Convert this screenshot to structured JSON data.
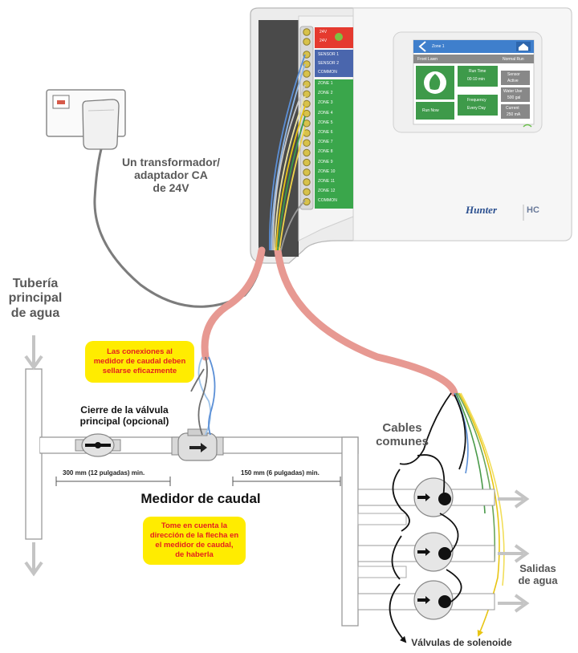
{
  "labels": {
    "transformer": [
      "Un transformador/",
      "adaptador CA",
      "de 24V"
    ],
    "main_pipe": [
      "Tubería",
      "principal",
      "de agua"
    ],
    "main_valve": [
      "Cierre de la válvula",
      "principal (opcional)"
    ],
    "flow_meter": "Medidor de caudal",
    "common_cables": [
      "Cables",
      "comunes"
    ],
    "water_outlets": [
      "Salidas",
      "de agua"
    ],
    "solenoid_valves": "Válvulas de solenoide"
  },
  "notes": {
    "seal": [
      "Las conexiones al",
      "medidor de caudal deben",
      "sellarse eficazmente"
    ],
    "arrow": [
      "Tome en cuenta la",
      "dirección de la flecha en",
      "el medidor de caudal,",
      "de haberla"
    ]
  },
  "measurements": {
    "upstream": "300 mm (12 pulgadas) min.",
    "downstream": "150 mm (6 pulgadas) min."
  },
  "controller": {
    "brand": "Hunter",
    "model": "HC",
    "terminals_top": [
      "24V",
      "24V"
    ],
    "terminals_sensor": [
      "SENSOR 1",
      "SENSOR 2",
      "COMMON"
    ],
    "zones": [
      "ZONE 1",
      "ZONE 2",
      "ZONE 3",
      "ZONE 4",
      "ZONE 5",
      "ZONE 6",
      "ZONE 7",
      "ZONE 8",
      "ZONE 9",
      "ZONE 10",
      "ZONE 11",
      "ZONE 12",
      "COMMON"
    ],
    "screen": {
      "title": "Zone 1",
      "row_left": "Front Lawn",
      "row_right": "Normal Run",
      "run_time": [
        "Run Time",
        "00:10 min"
      ],
      "frequency": [
        "Frequency",
        "Every Day"
      ],
      "run_now": "Run Now",
      "info": [
        [
          "Sensor",
          "Active"
        ],
        [
          "Water Use",
          "500 gal"
        ],
        [
          "Current",
          "250 mA"
        ]
      ]
    }
  },
  "colors": {
    "sheath": "#e79992",
    "yellow_note": "#ffec00",
    "note_text": "#e41f1f",
    "zone_green": "#3aa64b",
    "sensor_blue": "#4a66ad",
    "power_red": "#e53a2f",
    "screen_green": "#3e9a4a",
    "header_blue": "#3f7fcc"
  }
}
